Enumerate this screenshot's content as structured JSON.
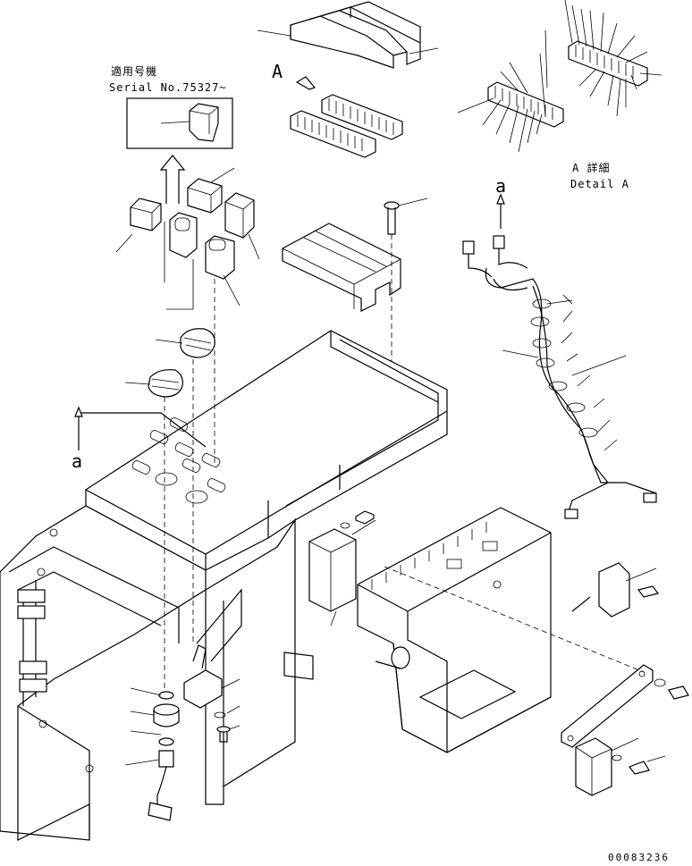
{
  "labels": {
    "serial_jp": "適用号機",
    "serial_en": "Serial No.75327~",
    "view_a": "A",
    "detail_jp": "A 詳細",
    "detail_en": "Detail A",
    "section_a_top": "a",
    "section_a_left": "a",
    "drawing_number": "00083236"
  },
  "icons": {
    "view_arrow": "arrow-icon",
    "direction_arrow": "up-arrow-icon"
  }
}
